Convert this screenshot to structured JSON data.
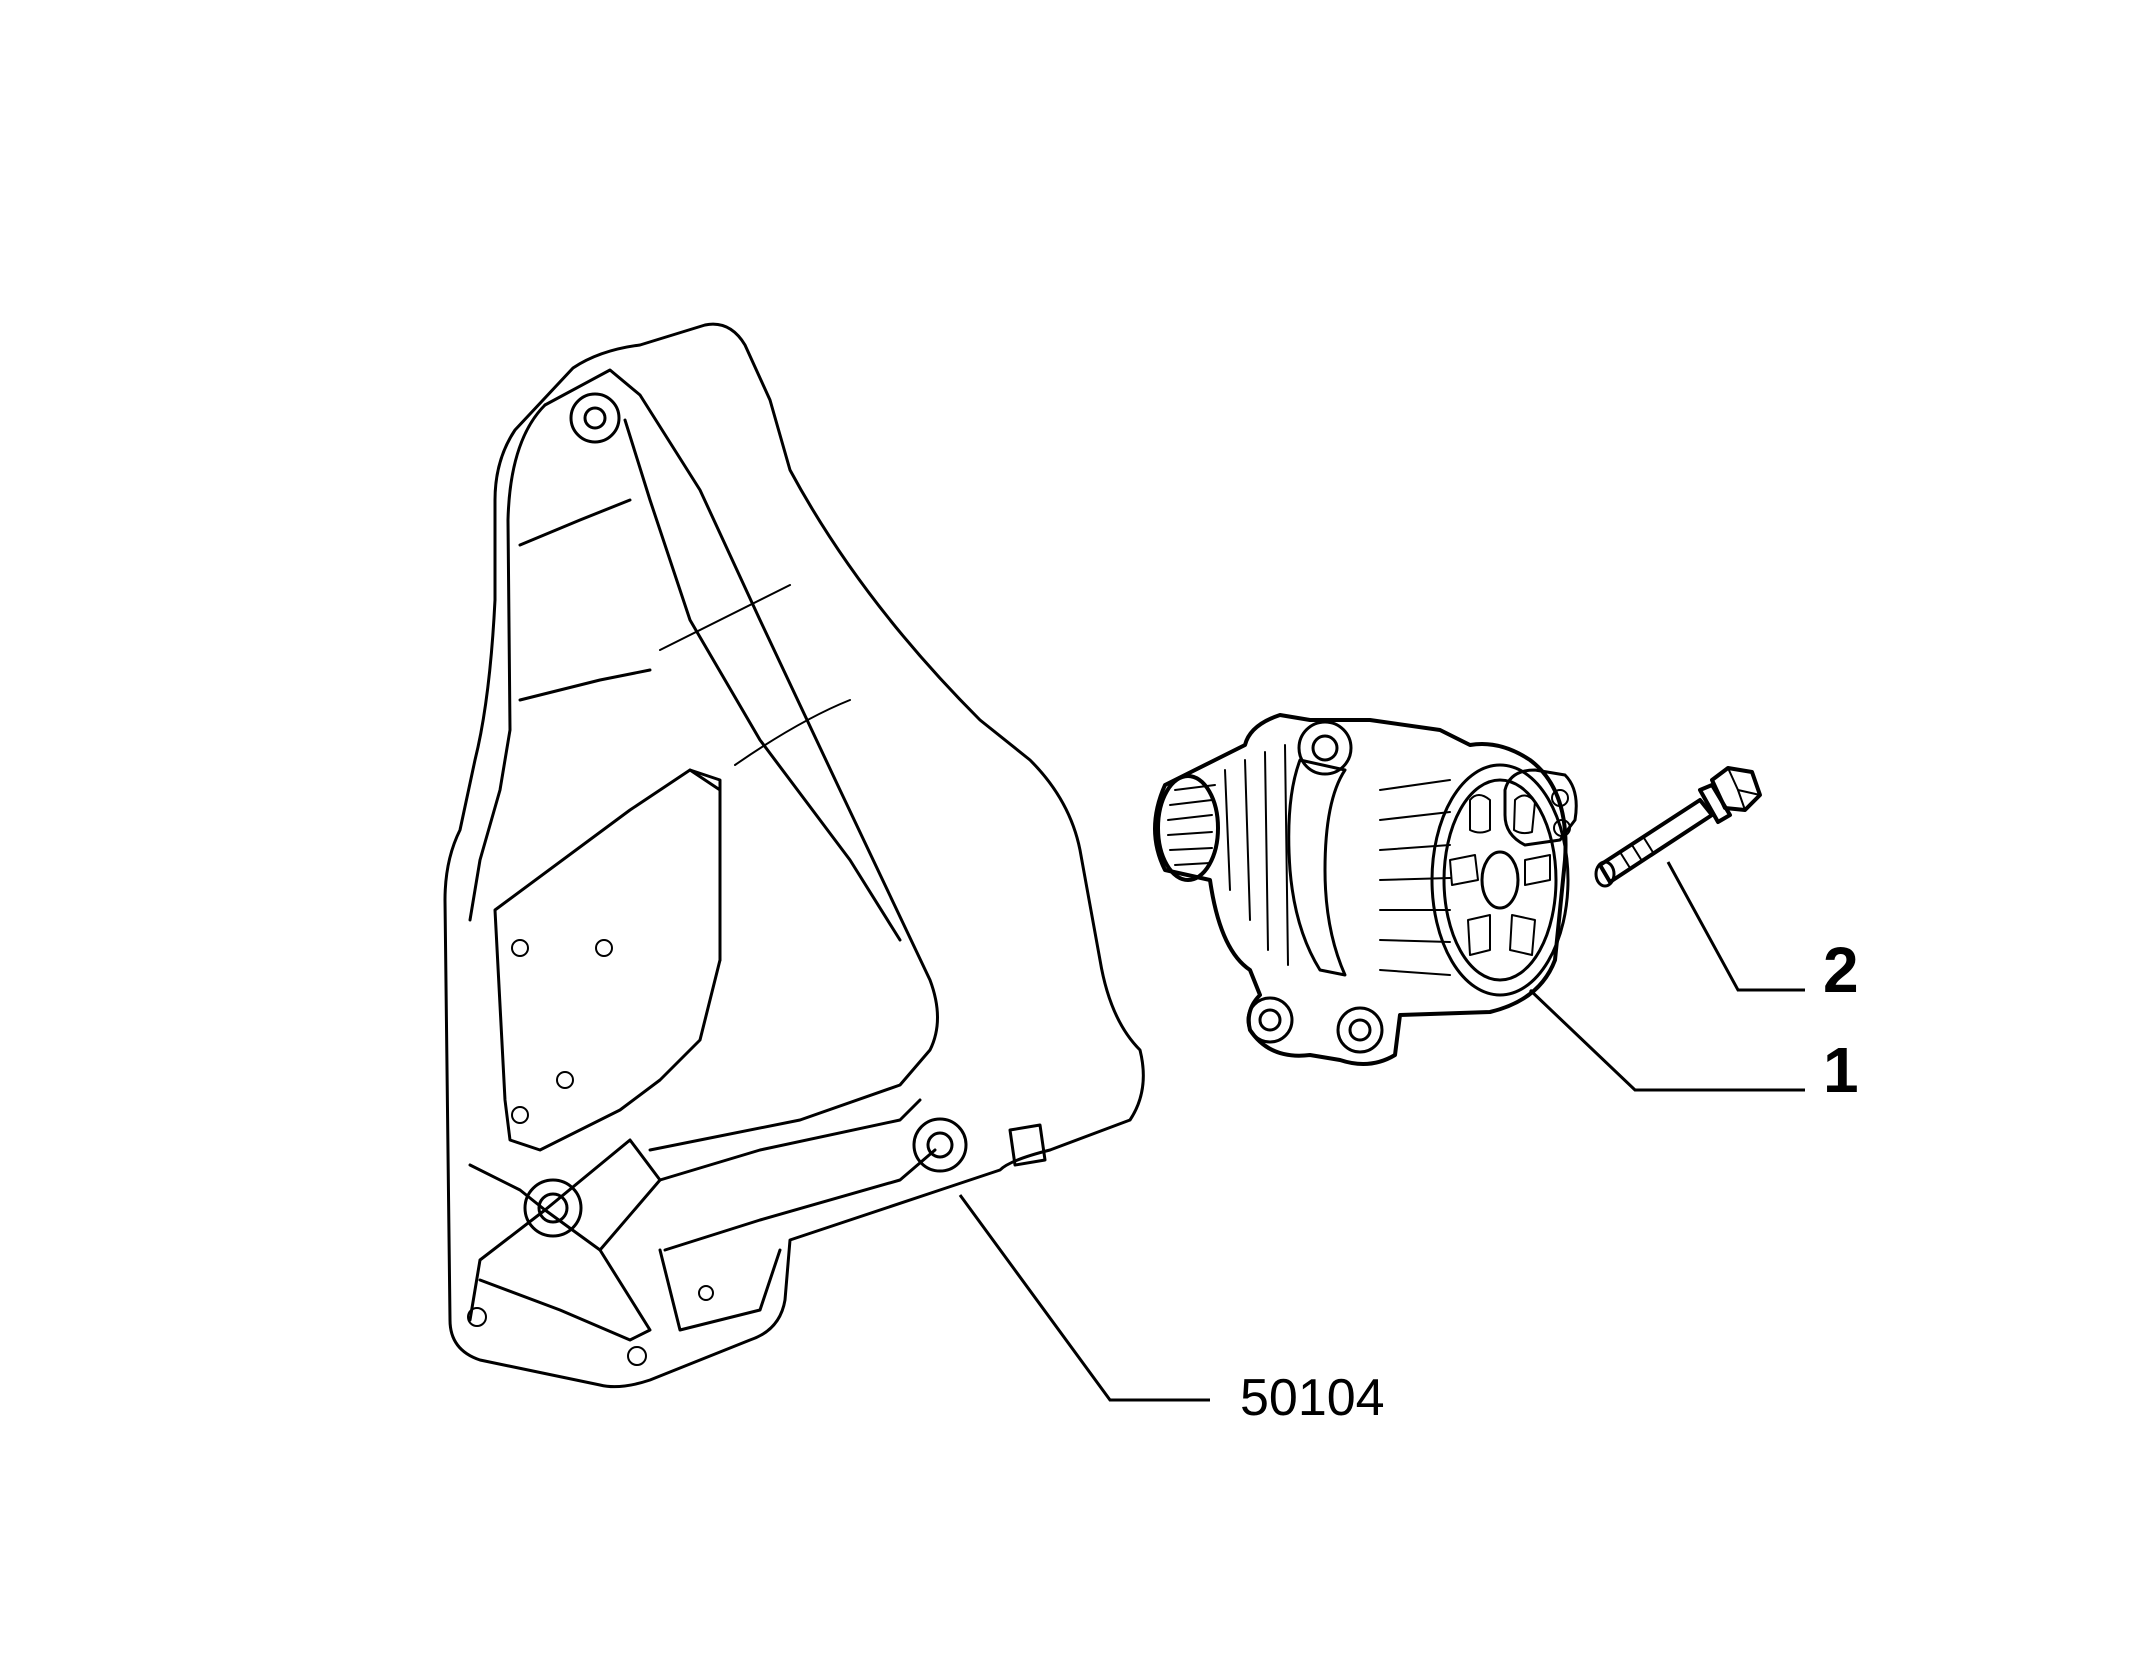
{
  "callouts": {
    "bracket": "50104",
    "alternator": "1",
    "bolt": "2"
  },
  "colors": {
    "line": "#000000",
    "background": "#ffffff"
  }
}
